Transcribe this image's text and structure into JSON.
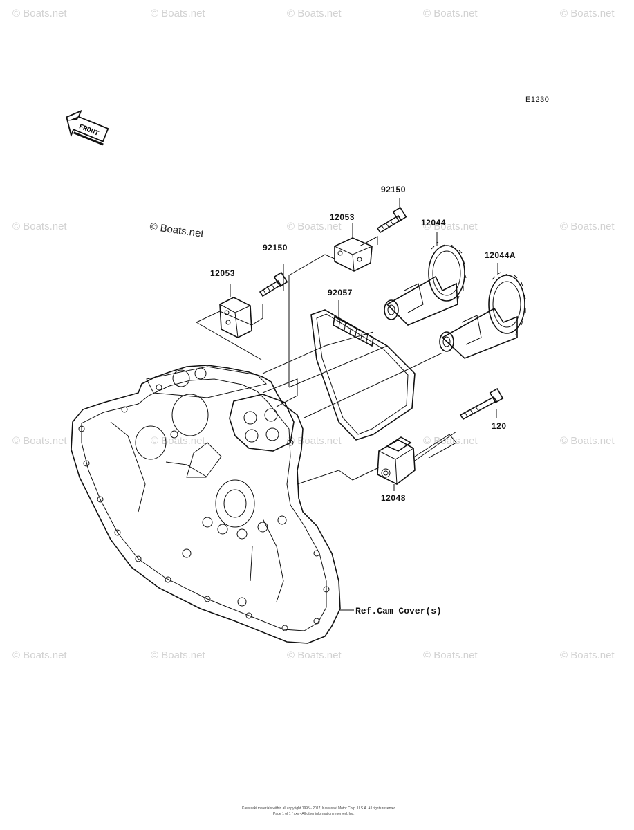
{
  "diagram_code": "E1230",
  "front_label": "FRONT",
  "watermark": "© Boats.net",
  "brand_mark": "© Boats.net",
  "reference_label": "Ref.Cam Cover(s)",
  "parts": [
    {
      "id": "p1",
      "number": "92150"
    },
    {
      "id": "p2",
      "number": "12053"
    },
    {
      "id": "p3",
      "number": "12044"
    },
    {
      "id": "p4",
      "number": "12044A"
    },
    {
      "id": "p5",
      "number": "92150"
    },
    {
      "id": "p6",
      "number": "12053"
    },
    {
      "id": "p7",
      "number": "92057"
    },
    {
      "id": "p8",
      "number": "120"
    },
    {
      "id": "p9",
      "number": "12048"
    }
  ],
  "footer_line1": "Kawasaki materials within all copyright 1995 - 2017, Kawasaki Motor Corp. U.S.A. All rights reserved.",
  "footer_line2": "Page 1 of 1 / xxx - All other information reserved, Inc."
}
